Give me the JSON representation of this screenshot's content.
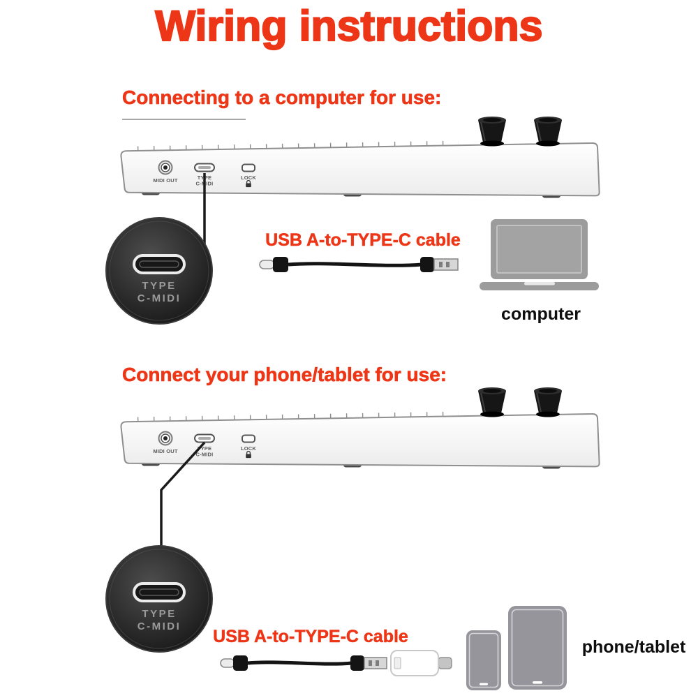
{
  "title": "Wiring instructions",
  "colors": {
    "accent": "#ed3617",
    "device_outline": "#8f8f8f",
    "gadget_gray": "#95959b"
  },
  "device": {
    "midi_out_label": "MIDI OUT",
    "type_c_label_line1": "TYPE",
    "type_c_label_line2": "C-MIDI",
    "lock_label": "LOCK"
  },
  "callout": {
    "line1": "TYPE",
    "line2": "C-MIDI"
  },
  "section1": {
    "heading": "Connecting to a computer for use:",
    "cable_label": "USB A-to-TYPE-C cable",
    "target_label": "computer"
  },
  "section2": {
    "heading": "Connect your phone/tablet for use:",
    "cable_label": "USB A-to-TYPE-C cable",
    "target_label": "phone/tablet"
  }
}
